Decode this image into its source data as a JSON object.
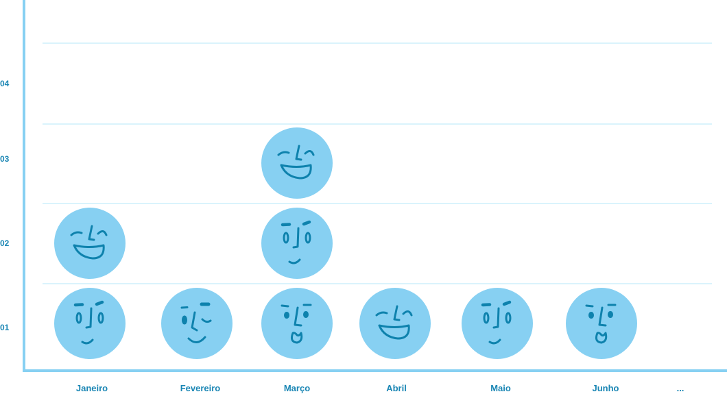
{
  "chart_data": {
    "type": "pictograph",
    "title": "",
    "xlabel": "",
    "ylabel": "",
    "categories": [
      "Janeiro",
      "Fevereiro",
      "Março",
      "Abril",
      "Maio",
      "Junho",
      "..."
    ],
    "values": [
      2,
      1,
      3,
      1,
      1,
      1,
      0
    ],
    "icons": [
      [
        "neutral-face",
        "laughing-face"
      ],
      [
        "winking-face"
      ],
      [
        "kissing-face",
        "neutral-face",
        "laughing-face"
      ],
      [
        "laughing-face"
      ],
      [
        "neutral-face"
      ],
      [
        "kissing-face"
      ],
      []
    ],
    "y_ticks": [
      "01",
      "02",
      "03",
      "04"
    ],
    "ylim": [
      0,
      4
    ],
    "grid": true,
    "colors": {
      "axis": "#87d0f2",
      "grid": "#cdeffb",
      "face_fill": "#87d0f2",
      "face_stroke": "#0e82ad",
      "label": "#1a86b4"
    }
  }
}
